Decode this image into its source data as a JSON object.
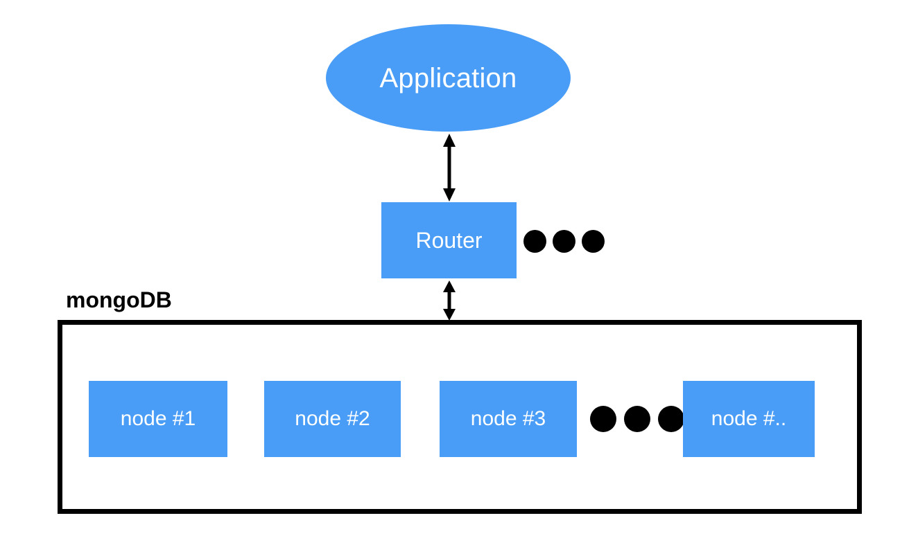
{
  "diagram": {
    "title_label": "mongoDB",
    "application": {
      "label": "Application",
      "shape": "ellipse",
      "fill": "#4a9df6",
      "text_color": "#ffffff"
    },
    "router": {
      "label": "Router",
      "shape": "rectangle",
      "fill": "#4a9df6",
      "text_color": "#ffffff",
      "ellipsis": "three-dots"
    },
    "connectors": [
      {
        "name": "application-to-router",
        "style": "double-headed-arrow",
        "color": "#000000"
      },
      {
        "name": "router-to-mongodb",
        "style": "double-headed-arrow",
        "color": "#000000"
      }
    ],
    "database_cluster": {
      "label": "mongoDB",
      "border_color": "#000000",
      "nodes": [
        {
          "label": "node #1"
        },
        {
          "label": "node #2"
        },
        {
          "label": "node #3"
        },
        {
          "label": "node #.."
        }
      ],
      "ellipsis": "three-dots"
    },
    "colors": {
      "accent_blue": "#4a9df6",
      "stroke_black": "#000000",
      "background": "#ffffff",
      "label_white": "#ffffff"
    }
  }
}
